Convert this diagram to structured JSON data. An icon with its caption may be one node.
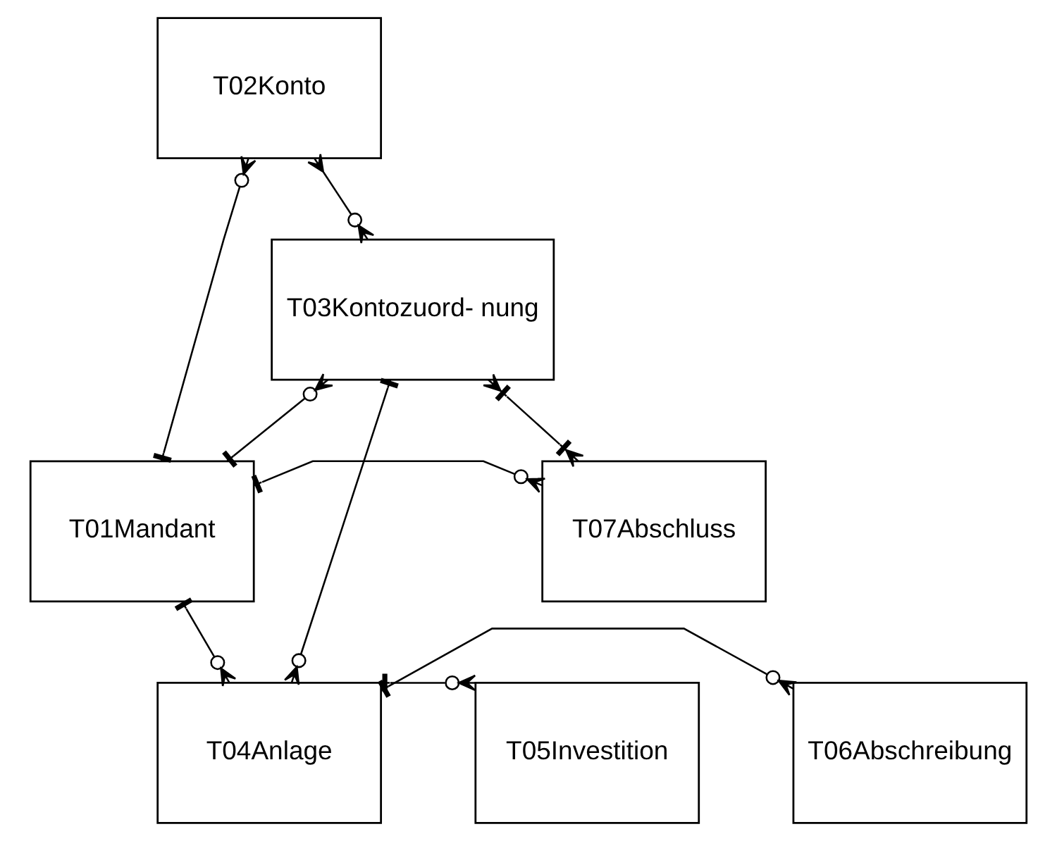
{
  "diagram": {
    "nodes": [
      {
        "text": [
          "T02Konto"
        ]
      },
      {
        "text": [
          "T03Kontozuord- nung"
        ]
      },
      {
        "text": [
          "T01Mandant"
        ]
      },
      {
        "text": [
          "T07Abschluss"
        ]
      },
      {
        "text": [
          "T05Investition"
        ]
      },
      {
        "text": [
          "T04Anlage"
        ]
      },
      {
        "text": [
          "T06Abschreibung"
        ]
      }
    ],
    "edges": [
      {
        "from": 0,
        "to": 1,
        "arrow": "other"
      },
      {
        "from": 2,
        "to": 0,
        "arrow": "other"
      },
      {
        "from": 1,
        "to": 3,
        "arrow": "other"
      },
      {
        "from": 2,
        "to": 1,
        "arrow": "other"
      },
      {
        "from": 2,
        "to": 3,
        "arrow": "other"
      },
      {
        "from": 1,
        "to": 5,
        "arrow": "other"
      },
      {
        "from": 2,
        "to": 5,
        "arrow": "other"
      },
      {
        "from": 5,
        "to": 4,
        "arrow": "other"
      },
      {
        "from": 5,
        "to": 6,
        "arrow": "other"
      }
    ]
  }
}
